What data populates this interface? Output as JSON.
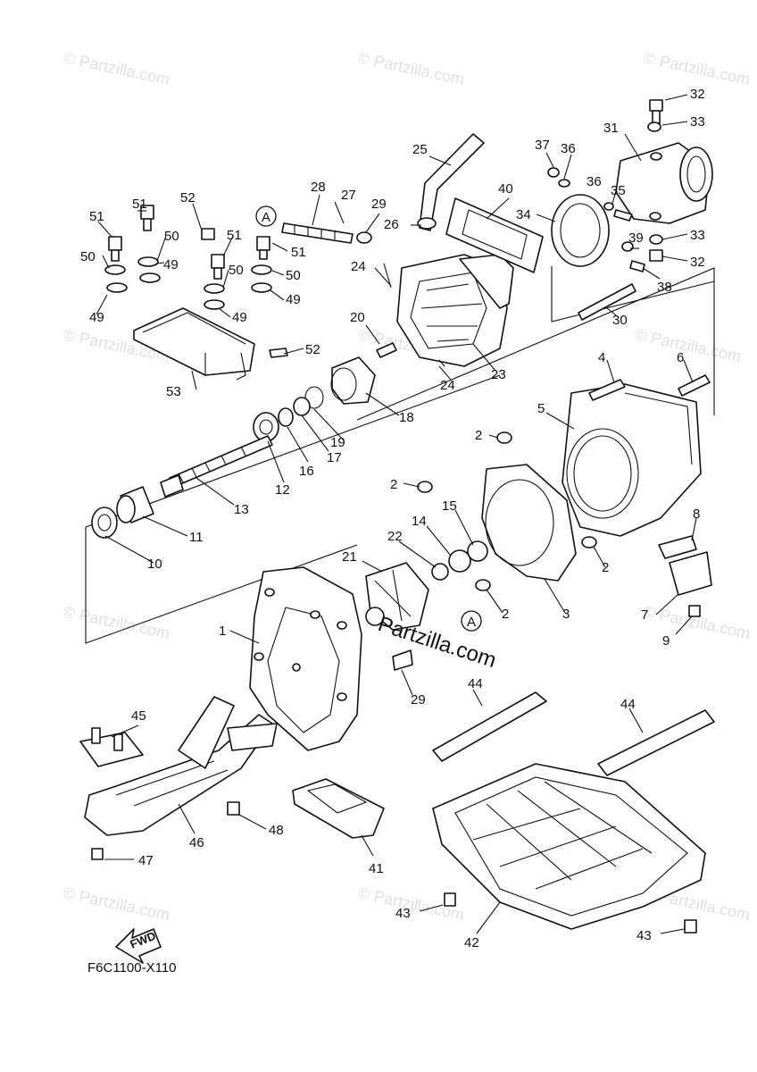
{
  "diagram_code": "F6C1100-X110",
  "watermark": "Partzilla.com",
  "watermark_small": "© Partzilla.com",
  "fwd_label": "FWD",
  "reference_marker": "A",
  "callouts": [
    "1",
    "2",
    "3",
    "4",
    "5",
    "6",
    "7",
    "8",
    "9",
    "10",
    "11",
    "12",
    "13",
    "14",
    "15",
    "16",
    "17",
    "18",
    "19",
    "20",
    "21",
    "22",
    "23",
    "24",
    "25",
    "26",
    "27",
    "28",
    "29",
    "30",
    "31",
    "32",
    "33",
    "34",
    "35",
    "36",
    "37",
    "38",
    "39",
    "40",
    "41",
    "42",
    "43",
    "44",
    "45",
    "46",
    "47",
    "48",
    "49",
    "50",
    "51",
    "52",
    "53"
  ]
}
